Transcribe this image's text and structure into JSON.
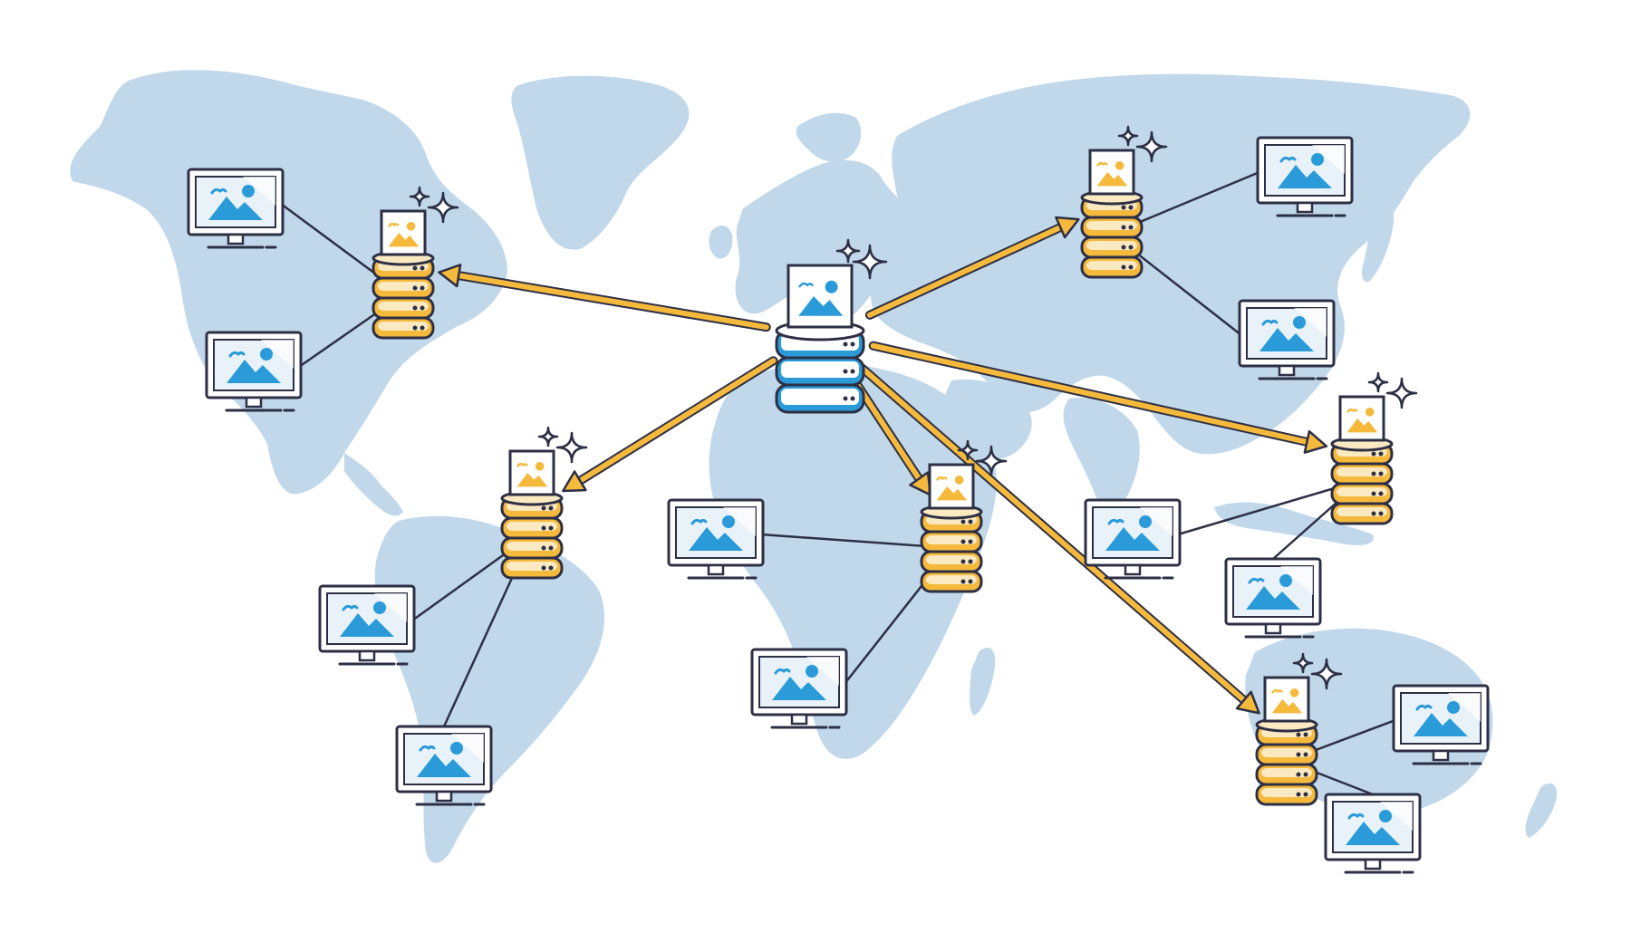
{
  "colors": {
    "background": "#ffffff",
    "map_land": "#c0d8ea",
    "outline": "#2d2f45",
    "origin_server": "#2a9bd8",
    "origin_server_light": "#dcebf7",
    "edge_server": "#f5b93c",
    "edge_server_light": "#fbe9c2",
    "arrow": "#f5b93c",
    "monitor_screen": "#e9f2f9",
    "monitor_picture": "#2a9bd8",
    "sparkle": "#2d2f45"
  },
  "icons": {
    "origin_server": "database-server-icon",
    "edge_server": "cache-server-icon",
    "image_file": "image-file-icon",
    "client": "monitor-image-icon",
    "sparkle": "sparkle-icon",
    "arrow": "arrow-icon"
  },
  "diagram": {
    "origin": {
      "id": "origin-europe"
    },
    "edges": [
      {
        "id": "edge-north-america"
      },
      {
        "id": "edge-east-asia"
      },
      {
        "id": "edge-south-america"
      },
      {
        "id": "edge-africa"
      },
      {
        "id": "edge-southeast-asia"
      },
      {
        "id": "edge-australia"
      }
    ],
    "clients": [
      {
        "id": "client-na-1",
        "edge": "edge-north-america"
      },
      {
        "id": "client-na-2",
        "edge": "edge-north-america"
      },
      {
        "id": "client-ea-1",
        "edge": "edge-east-asia"
      },
      {
        "id": "client-ea-2",
        "edge": "edge-east-asia"
      },
      {
        "id": "client-sa-1",
        "edge": "edge-south-america"
      },
      {
        "id": "client-sa-2",
        "edge": "edge-south-america"
      },
      {
        "id": "client-af-1",
        "edge": "edge-africa"
      },
      {
        "id": "client-af-2",
        "edge": "edge-africa"
      },
      {
        "id": "client-sea-1",
        "edge": "edge-southeast-asia"
      },
      {
        "id": "client-sea-2",
        "edge": "edge-southeast-asia"
      },
      {
        "id": "client-au-1",
        "edge": "edge-australia"
      },
      {
        "id": "client-au-2",
        "edge": "edge-australia"
      }
    ],
    "arrows": [
      {
        "from": "origin-europe",
        "to": "edge-north-america"
      },
      {
        "from": "origin-europe",
        "to": "edge-east-asia"
      },
      {
        "from": "origin-europe",
        "to": "edge-south-america"
      },
      {
        "from": "origin-europe",
        "to": "edge-africa"
      },
      {
        "from": "origin-europe",
        "to": "edge-southeast-asia"
      },
      {
        "from": "origin-europe",
        "to": "edge-australia"
      }
    ]
  }
}
